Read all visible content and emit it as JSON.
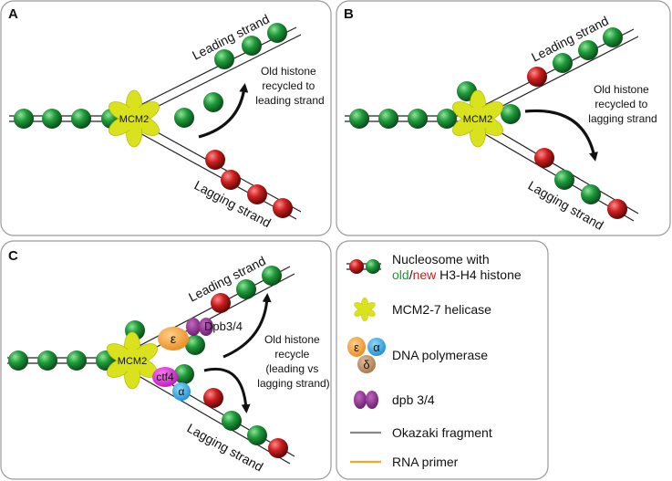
{
  "panels": {
    "a": {
      "letter": "A",
      "helicase_label": "MCM2",
      "leading_label": "Leading strand",
      "lagging_label": "Lagging strand",
      "note": [
        "Old histone",
        "recycled to",
        "leading strand"
      ]
    },
    "b": {
      "letter": "B",
      "helicase_label": "MCM2",
      "leading_label": "Leading strand",
      "lagging_label": "Lagging strand",
      "note": [
        "Old histone",
        "recycled to",
        "lagging strand"
      ]
    },
    "c": {
      "letter": "C",
      "helicase_label": "MCM2",
      "leading_label": "Leading strand",
      "lagging_label": "Lagging strand",
      "epsilon_symbol": "ε",
      "alpha_symbol": "α",
      "dpb_label": "Dpb3/4",
      "ctf4_label": "ctf4",
      "note": [
        "Old histone",
        "recycle",
        "(leading vs",
        "lagging strand)"
      ]
    }
  },
  "legend": {
    "nucleosome_title": "Nucleosome with",
    "old_word": "old",
    "slash": "/",
    "new_word": "new",
    "histone_suffix": " H3-H4 histone",
    "helicase": "MCM2-7 helicase",
    "polymerase": "DNA polymerase",
    "epsilon": "ε",
    "alpha": "α",
    "delta": "δ",
    "dpb": "dpb 3/4",
    "okazaki": "Okazaki fragment",
    "primer": "RNA primer"
  },
  "colors": {
    "old_histone": "#1f9a3a",
    "new_histone": "#cc1f1f",
    "helicase": "#d9e21c",
    "epsilon": "#f0a040",
    "alpha": "#28a7e0",
    "delta": "#b98a62",
    "dpb": "#8b2a8c",
    "ctf4": "#d61fd0",
    "primer": "#f5a623",
    "okazaki": "#8a8a8a"
  }
}
